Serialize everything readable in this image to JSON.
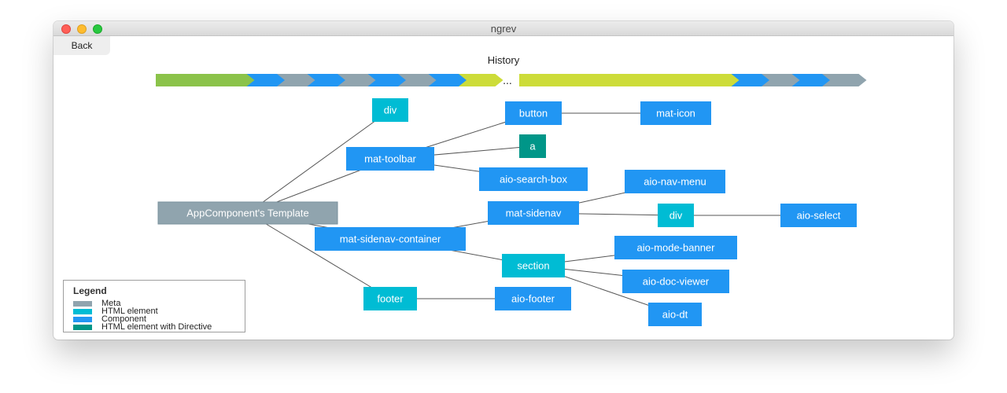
{
  "window": {
    "title": "ngrev"
  },
  "toolbar": {
    "back_label": "Back"
  },
  "history": {
    "label": "History",
    "ellipsis": "...",
    "left_items": [
      "Component",
      "Component",
      "Component",
      "Meta",
      "Meta",
      "Meta",
      "Meta",
      "Meta",
      "Meta",
      "Meta",
      "Meta",
      "Meta"
    ],
    "right_items": [
      "Component",
      "Component",
      "Component",
      "Component",
      "Component",
      "Component",
      "Component",
      "Meta",
      "Meta",
      "Meta",
      "Meta",
      "Meta"
    ]
  },
  "colors": {
    "meta": "#90a4ae",
    "html_element": "#00bcd4",
    "component": "#2196f3",
    "html_element_with_directive": "#009688",
    "history_green": "#8bc34a",
    "history_lime": "#cddc39",
    "history_blue": "#2196f3",
    "history_gray": "#90a4ae",
    "edge": "#555555"
  },
  "history_colors": {
    "left": [
      "history_green",
      "history_green",
      "history_green",
      "history_blue",
      "history_gray",
      "history_blue",
      "history_gray",
      "history_blue",
      "history_gray",
      "history_blue",
      "history_lime"
    ],
    "right": [
      "history_lime",
      "history_lime",
      "history_lime",
      "history_lime",
      "history_lime",
      "history_lime",
      "history_lime",
      "history_blue",
      "history_gray",
      "history_blue",
      "history_gray"
    ]
  },
  "graph": {
    "nodes": [
      {
        "id": "root",
        "label": "AppComponent's Template",
        "kind": "meta"
      },
      {
        "id": "div1",
        "label": "div",
        "kind": "html_element"
      },
      {
        "id": "toolbar",
        "label": "mat-toolbar",
        "kind": "component"
      },
      {
        "id": "button",
        "label": "button",
        "kind": "component"
      },
      {
        "id": "icon",
        "label": "mat-icon",
        "kind": "component"
      },
      {
        "id": "a",
        "label": "a",
        "kind": "html_element_with_directive"
      },
      {
        "id": "search",
        "label": "aio-search-box",
        "kind": "component"
      },
      {
        "id": "navmenu",
        "label": "aio-nav-menu",
        "kind": "component"
      },
      {
        "id": "sidenav",
        "label": "mat-sidenav",
        "kind": "component"
      },
      {
        "id": "div2",
        "label": "div",
        "kind": "html_element"
      },
      {
        "id": "select",
        "label": "aio-select",
        "kind": "component"
      },
      {
        "id": "container",
        "label": "mat-sidenav-container",
        "kind": "component"
      },
      {
        "id": "section",
        "label": "section",
        "kind": "html_element"
      },
      {
        "id": "banner",
        "label": "aio-mode-banner",
        "kind": "component"
      },
      {
        "id": "docviewer",
        "label": "aio-doc-viewer",
        "kind": "component"
      },
      {
        "id": "dt",
        "label": "aio-dt",
        "kind": "component"
      },
      {
        "id": "footer",
        "label": "footer",
        "kind": "html_element"
      },
      {
        "id": "aiofooter",
        "label": "aio-footer",
        "kind": "component"
      }
    ],
    "edges": [
      [
        "root",
        "div1"
      ],
      [
        "root",
        "toolbar"
      ],
      [
        "root",
        "container"
      ],
      [
        "root",
        "footer"
      ],
      [
        "toolbar",
        "button"
      ],
      [
        "toolbar",
        "a"
      ],
      [
        "toolbar",
        "search"
      ],
      [
        "button",
        "icon"
      ],
      [
        "container",
        "sidenav"
      ],
      [
        "container",
        "section"
      ],
      [
        "sidenav",
        "navmenu"
      ],
      [
        "sidenav",
        "div2"
      ],
      [
        "div2",
        "select"
      ],
      [
        "section",
        "banner"
      ],
      [
        "section",
        "docviewer"
      ],
      [
        "section",
        "dt"
      ],
      [
        "footer",
        "aiofooter"
      ]
    ]
  },
  "legend": {
    "title": "Legend",
    "items": [
      {
        "label": "Meta",
        "kind": "meta"
      },
      {
        "label": "HTML element",
        "kind": "html_element"
      },
      {
        "label": "Component",
        "kind": "component"
      },
      {
        "label": "HTML element with Directive",
        "kind": "html_element_with_directive"
      }
    ]
  }
}
